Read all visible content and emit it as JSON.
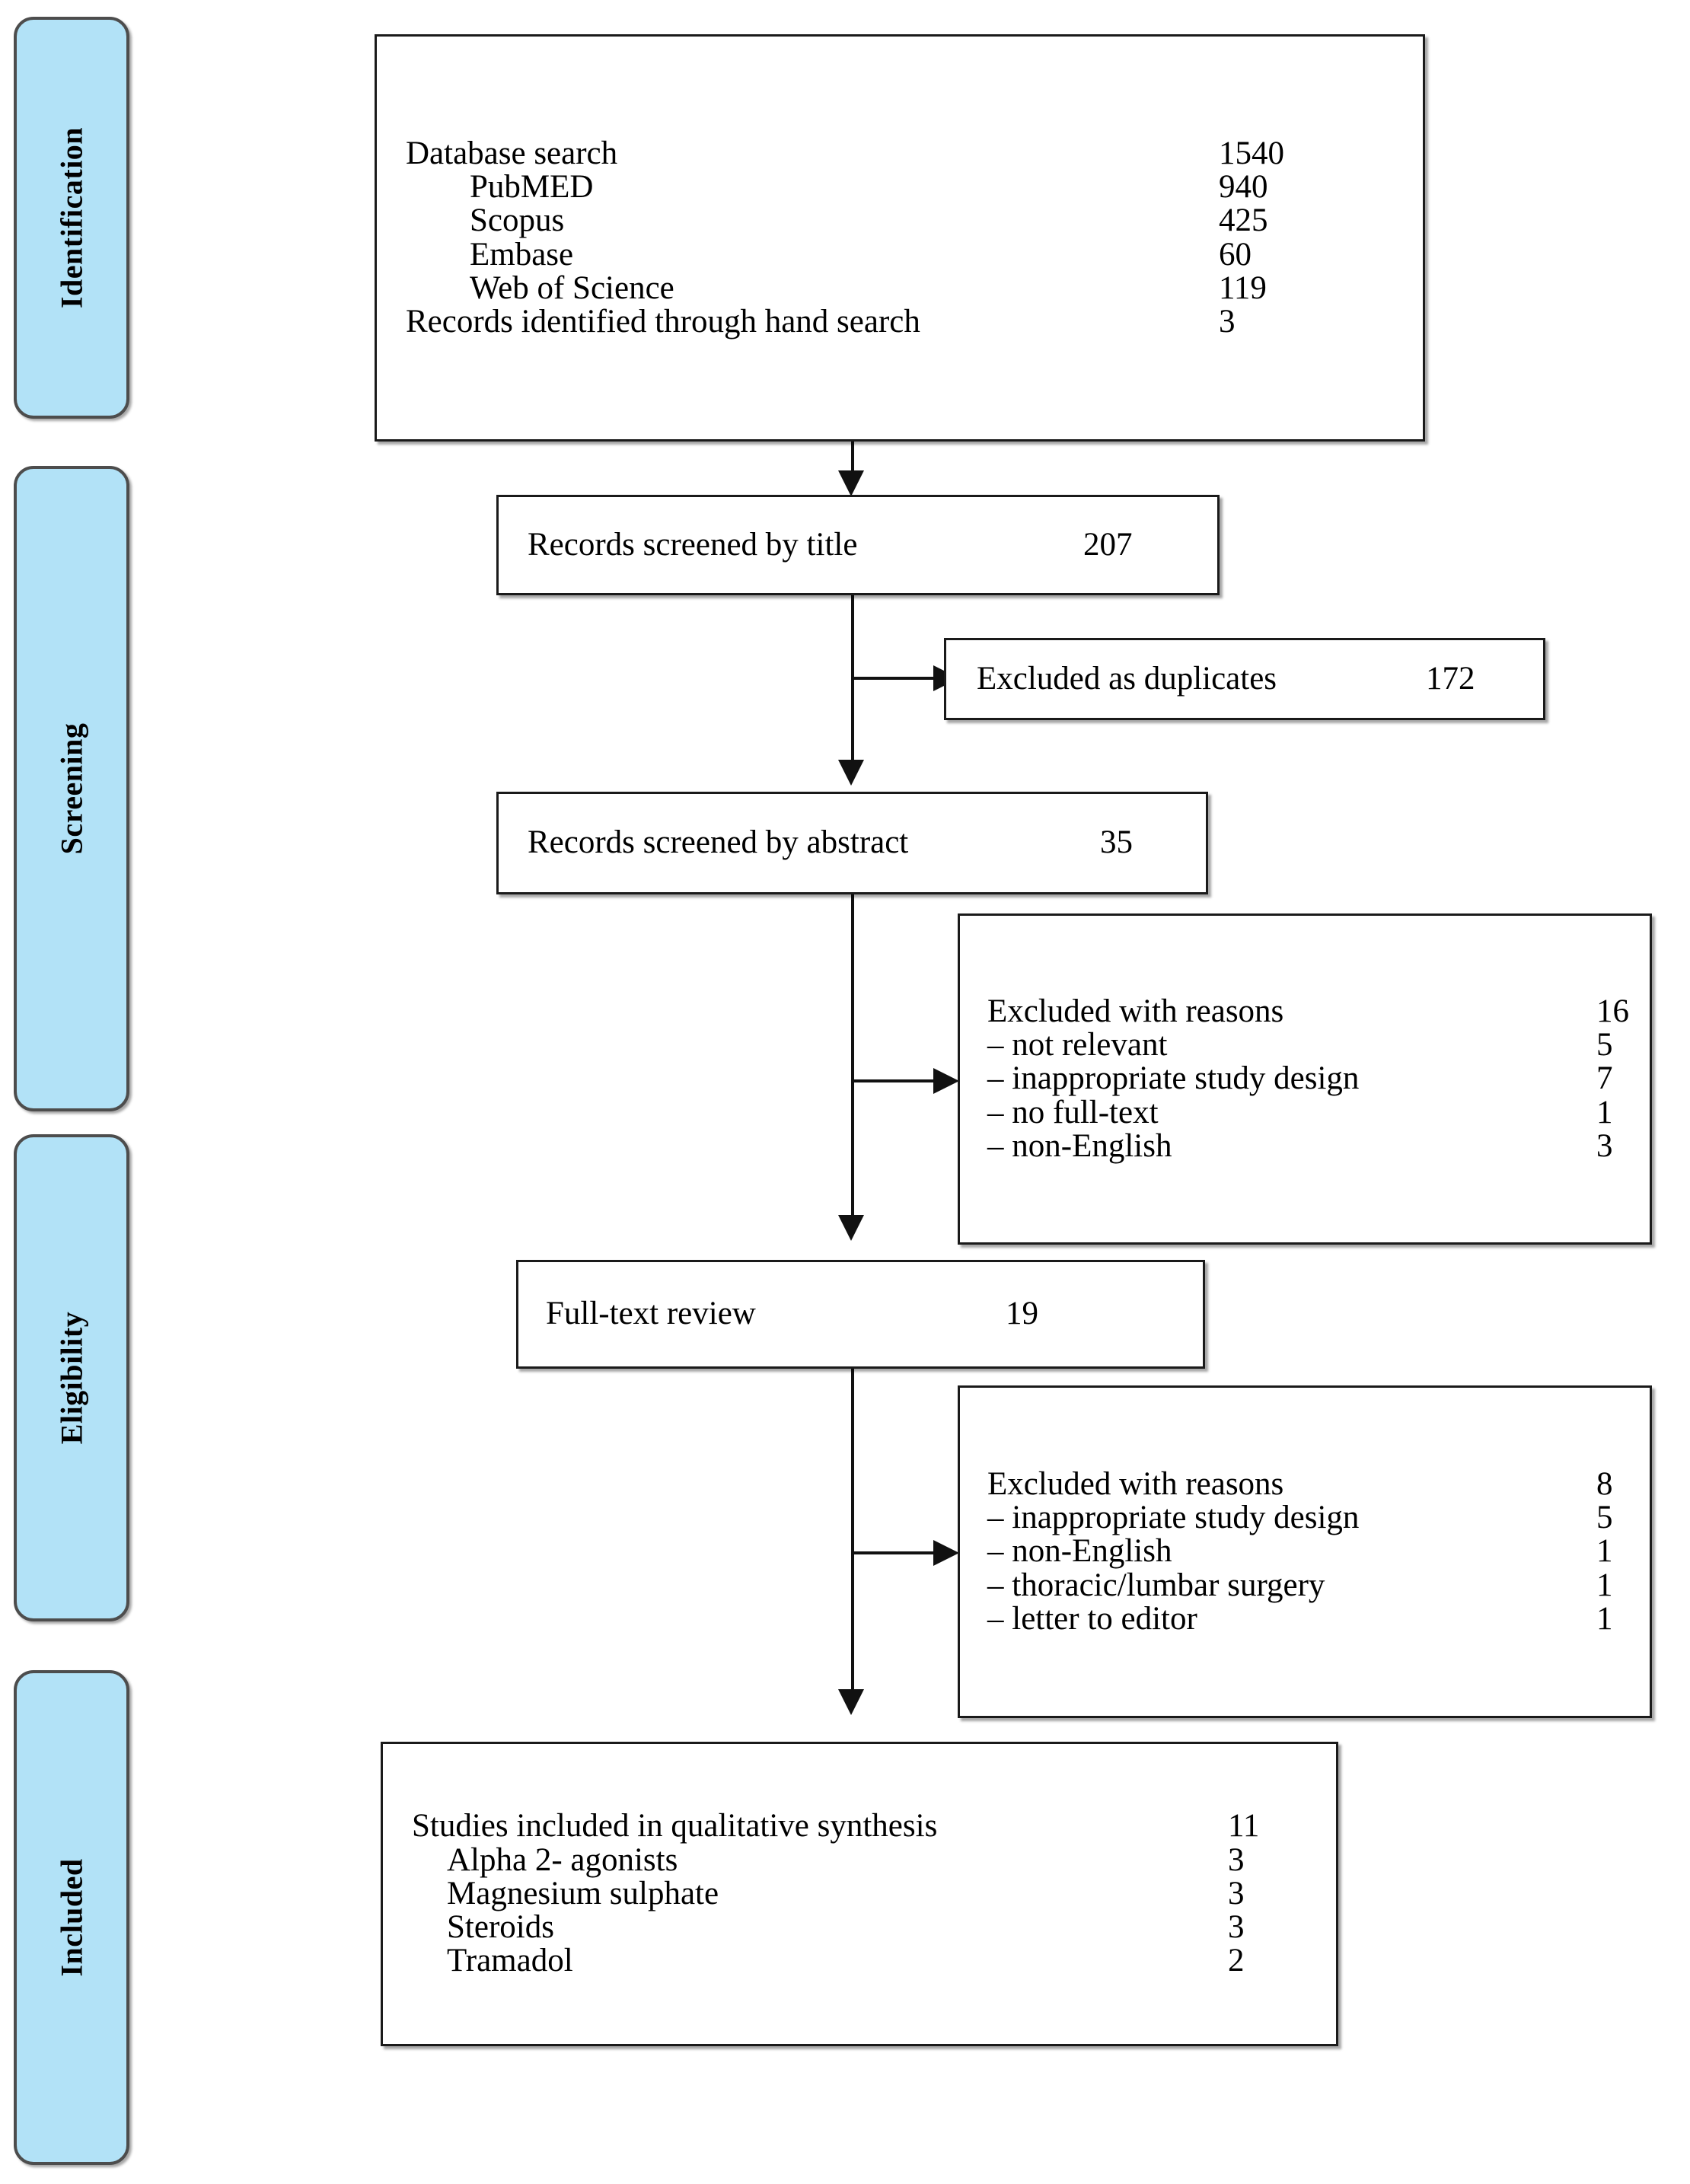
{
  "diagram": {
    "type": "PRISMA flow diagram",
    "stages": [
      {
        "id": "identification",
        "label": "Identification"
      },
      {
        "id": "screening",
        "label": "Screening"
      },
      {
        "id": "eligibility",
        "label": "Eligibility"
      },
      {
        "id": "included",
        "label": "Included"
      }
    ],
    "boxes": {
      "identification": {
        "name": "identification-box",
        "rows": [
          {
            "label": "Database search",
            "value": "1540",
            "indent": 0
          },
          {
            "label": "PubMED",
            "value": "940",
            "indent": 1
          },
          {
            "label": "Scopus",
            "value": "425",
            "indent": 1
          },
          {
            "label": "Embase",
            "value": "60",
            "indent": 1
          },
          {
            "label": "Web of Science",
            "value": "119",
            "indent": 1
          },
          {
            "label": "Records identified through hand search",
            "value": "3",
            "indent": 0
          }
        ]
      },
      "screened_title": {
        "name": "records-screened-by-title-box",
        "rows": [
          {
            "label": "Records screened by title",
            "value": "207",
            "indent": 0
          }
        ]
      },
      "excluded_duplicates": {
        "name": "excluded-as-duplicates-box",
        "rows": [
          {
            "label": "Excluded as duplicates",
            "value": "172",
            "indent": 0
          }
        ]
      },
      "screened_abstract": {
        "name": "records-screened-by-abstract-box",
        "rows": [
          {
            "label": "Records screened by abstract",
            "value": "35",
            "indent": 0
          }
        ]
      },
      "excluded_reasons_abstract": {
        "name": "excluded-with-reasons-abstract-box",
        "rows": [
          {
            "label": "Excluded with reasons",
            "value": "16",
            "indent": 0
          },
          {
            "label": "–  not relevant",
            "value": "5",
            "indent": 0
          },
          {
            "label": "–  inappropriate study design",
            "value": "7",
            "indent": 0
          },
          {
            "label": "–  no full-text",
            "value": "1",
            "indent": 0
          },
          {
            "label": "–  non-English",
            "value": "3",
            "indent": 0
          }
        ]
      },
      "full_text_review": {
        "name": "full-text-review-box",
        "rows": [
          {
            "label": "Full-text review",
            "value": "19",
            "indent": 0
          }
        ]
      },
      "excluded_reasons_fulltext": {
        "name": "excluded-with-reasons-fulltext-box",
        "rows": [
          {
            "label": "Excluded with reasons",
            "value": "8",
            "indent": 0
          },
          {
            "label": "–  inappropriate study design",
            "value": "5",
            "indent": 0
          },
          {
            "label": "–  non-English",
            "value": "1",
            "indent": 0
          },
          {
            "label": "–  thoracic/lumbar surgery",
            "value": "1",
            "indent": 0
          },
          {
            "label": "–  letter to editor",
            "value": "1",
            "indent": 0
          }
        ]
      },
      "included": {
        "name": "studies-included-box",
        "rows": [
          {
            "label": "Studies included in qualitative synthesis",
            "value": "11",
            "indent": 0
          },
          {
            "label": "Alpha 2- agonists",
            "value": "3",
            "indent": 1
          },
          {
            "label": "Magnesium sulphate",
            "value": "3",
            "indent": 1
          },
          {
            "label": "Steroids",
            "value": "3",
            "indent": 1
          },
          {
            "label": "Tramadol",
            "value": "2",
            "indent": 1
          }
        ]
      }
    },
    "colors": {
      "stage_fill": "#b2e2f7",
      "stage_border": "#4d4d4d",
      "box_border": "#1a1a1a",
      "connector": "#111111",
      "background": "#ffffff"
    }
  }
}
